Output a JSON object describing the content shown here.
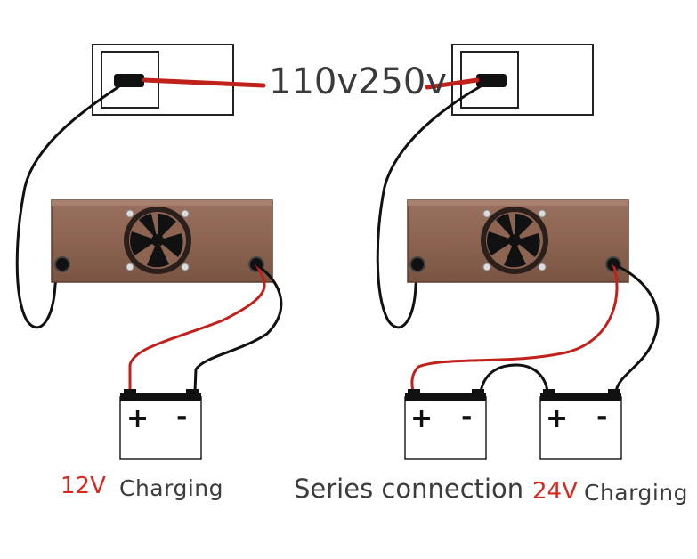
{
  "input_voltage_label": "110v250v",
  "left_setup": {
    "voltage": "12V",
    "action": "Charging",
    "battery": {
      "positive_sign": "+",
      "negative_sign": "-"
    }
  },
  "right_setup": {
    "connection_type": "Series connection",
    "voltage": "24V",
    "action": "Charging",
    "battery_1": {
      "positive_sign": "+",
      "negative_sign": "-"
    },
    "battery_2": {
      "positive_sign": "+",
      "negative_sign": "-"
    }
  },
  "colors": {
    "positive_wire": "#c0211b",
    "negative_wire": "#111111",
    "charger_body": "#8c6451",
    "accent_text": "#d8281f",
    "main_text": "#3c3c3c"
  }
}
